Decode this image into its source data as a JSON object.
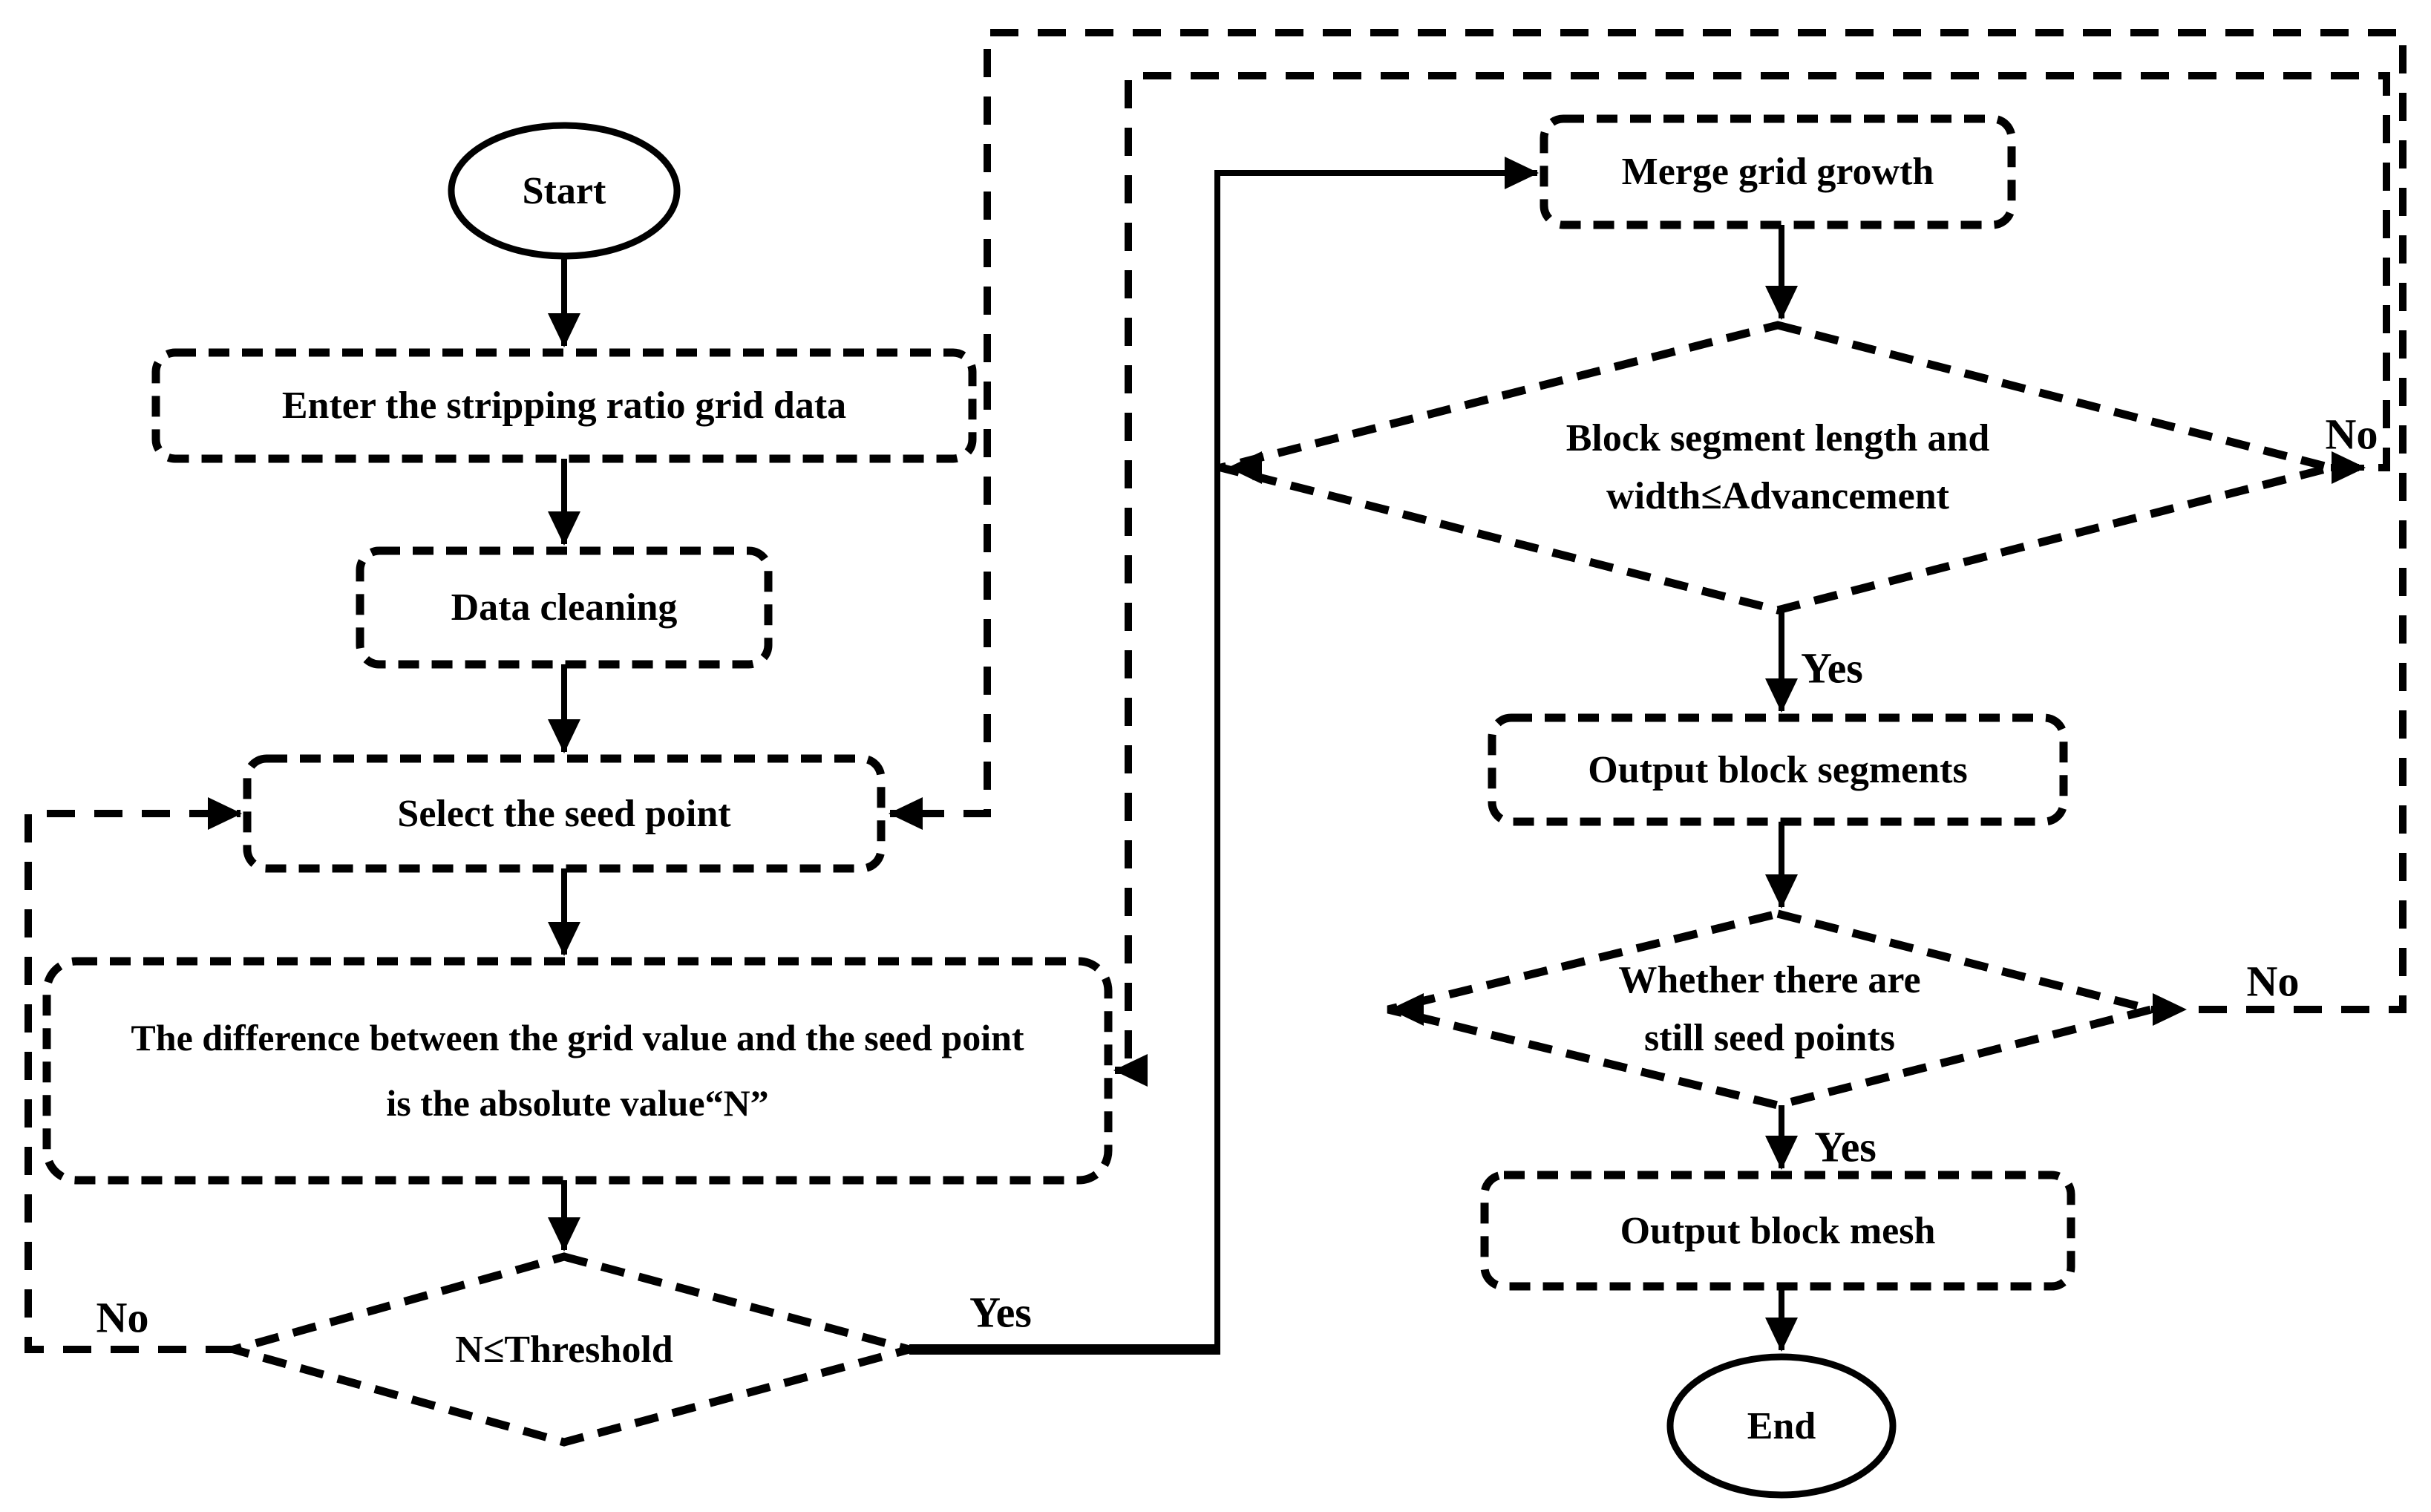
{
  "figure": {
    "background_color": "#ffffff",
    "ink_color": "#000000",
    "type": "flowchart"
  },
  "nodes": {
    "start": {
      "label": "Start",
      "shape": "ellipse",
      "border": "solid"
    },
    "enter": {
      "label": "Enter the stripping ratio grid data",
      "shape": "process",
      "border": "dashed"
    },
    "clean": {
      "label": "Data cleaning",
      "shape": "process",
      "border": "dashed"
    },
    "select": {
      "label": "Select the seed point",
      "shape": "process",
      "border": "dashed"
    },
    "difference": {
      "label": "The difference between the grid value and the seed point\nis the absolute value“N”",
      "shape": "process",
      "border": "dashed"
    },
    "threshold": {
      "label": "N≤Threshold",
      "shape": "decision",
      "border": "dashed"
    },
    "merge": {
      "label": "Merge grid growth",
      "shape": "process",
      "border": "dashed"
    },
    "block_segment": {
      "label": "Block segment length and\nwidth≤Advancement",
      "shape": "decision",
      "border": "dashed"
    },
    "output_segments": {
      "label": "Output block segments",
      "shape": "process",
      "border": "dashed"
    },
    "seed_points": {
      "label": "Whether there are\nstill seed points",
      "shape": "decision",
      "border": "dashed"
    },
    "output_mesh": {
      "label": "Output block mesh",
      "shape": "process",
      "border": "dashed"
    },
    "end": {
      "label": "End",
      "shape": "ellipse",
      "border": "solid"
    }
  },
  "edge_labels": {
    "threshold_no": "No",
    "threshold_yes": "Yes",
    "block_segment_no": "No",
    "block_segment_yes": "Yes",
    "seed_points_no": "No",
    "seed_points_yes": "Yes"
  },
  "edges": [
    {
      "from": "start",
      "to": "enter",
      "style": "solid"
    },
    {
      "from": "enter",
      "to": "clean",
      "style": "solid"
    },
    {
      "from": "clean",
      "to": "select",
      "style": "solid"
    },
    {
      "from": "select",
      "to": "difference",
      "style": "solid"
    },
    {
      "from": "difference",
      "to": "threshold",
      "style": "solid"
    },
    {
      "from": "threshold",
      "to": "merge",
      "style": "solid",
      "label": "Yes"
    },
    {
      "from": "threshold",
      "to": "select",
      "style": "dashed",
      "label": "No"
    },
    {
      "from": "merge",
      "to": "block_segment",
      "style": "solid"
    },
    {
      "from": "block_segment",
      "to": "output_segments",
      "style": "solid",
      "label": "Yes"
    },
    {
      "from": "block_segment",
      "to": "difference",
      "style": "dashed",
      "label": "No"
    },
    {
      "from": "output_segments",
      "to": "seed_points",
      "style": "solid"
    },
    {
      "from": "seed_points",
      "to": "output_mesh",
      "style": "solid",
      "label": "Yes"
    },
    {
      "from": "seed_points",
      "to": "select",
      "style": "dashed",
      "label": "No"
    },
    {
      "from": "output_mesh",
      "to": "end",
      "style": "solid"
    }
  ]
}
